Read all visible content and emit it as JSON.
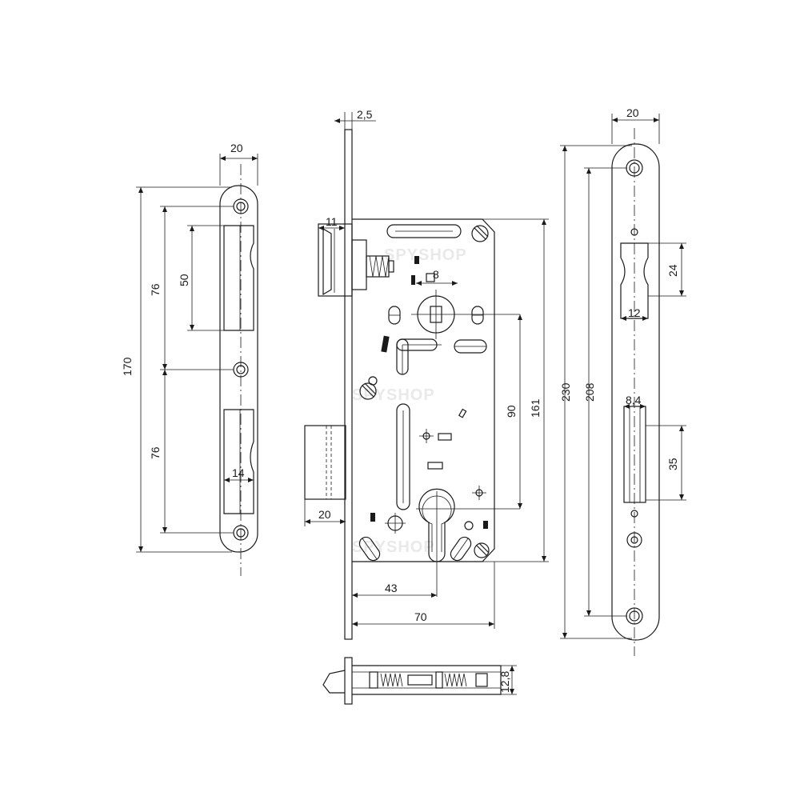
{
  "watermark": "SPYSHOP",
  "strike_plate": {
    "width_label": "20",
    "total_height_label": "170",
    "pitch_upper_label": "76",
    "pitch_lower_label": "76",
    "latch_opening_label": "50",
    "bolt_opening_label": "14"
  },
  "lock_body": {
    "faceplate_thickness_label": "2,5",
    "latch_depth_label": "11",
    "spindle_label": "8",
    "center_distance_label": "90",
    "body_height_label": "161",
    "bolt_throw_label": "20",
    "backset_label": "43",
    "body_depth_label": "70",
    "body_thickness_label": "12,8"
  },
  "faceplate": {
    "width_label": "20",
    "total_length_label": "230",
    "screw_distance_label": "208",
    "latch_window_height_label": "24",
    "latch_window_width_label": "12",
    "bolt_window_width_label": "8,4",
    "bolt_window_height_label": "35"
  }
}
